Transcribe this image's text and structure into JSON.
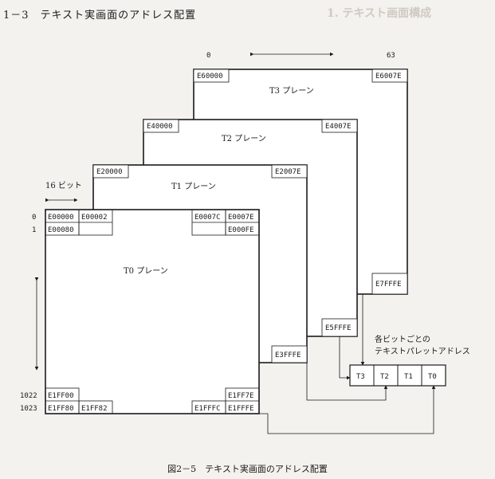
{
  "section_title": "1－3　テキスト実画面のアドレス配置",
  "ghost_title": "1. テキスト画面構成",
  "caption": "図2－5　テキスト実画面のアドレス配置",
  "column_range": {
    "start": "0",
    "end": "63"
  },
  "bit_width": "16 ビット",
  "row_labels": {
    "r0": "0",
    "r1": "1",
    "r1022": "1022",
    "r1023": "1023"
  },
  "planes": {
    "t3": {
      "name": "T3 プレーン",
      "top_left": "E60000",
      "top_right": "E6007E",
      "bottom_right": "E7FFFE"
    },
    "t2": {
      "name": "T2 プレーン",
      "top_left": "E40000",
      "top_right": "E4007E",
      "bottom_right": "E5FFFE"
    },
    "t1": {
      "name": "T1 プレーン",
      "top_left": "E20000",
      "top_right": "E2007E",
      "bottom_right": "E3FFFE"
    },
    "t0": {
      "name": "T0 プレーン",
      "r0c0": "E00000",
      "r0c1": "E00002",
      "r0cN1": "E0007C",
      "r0cN": "E0007E",
      "r1c0": "E00080",
      "r1cN": "E000FE",
      "r1022c0": "E1FF00",
      "r1022cN": "E1FF7E",
      "r1023c0": "E1FF80",
      "r1023c1": "E1FF82",
      "r1023cN1": "E1FFFC",
      "r1023cN": "E1FFFE"
    }
  },
  "palette_note": {
    "line1": "各ビットごとの",
    "line2": "テキストパレットアドレス"
  },
  "palette_bits": [
    "T3",
    "T2",
    "T1",
    "T0"
  ]
}
